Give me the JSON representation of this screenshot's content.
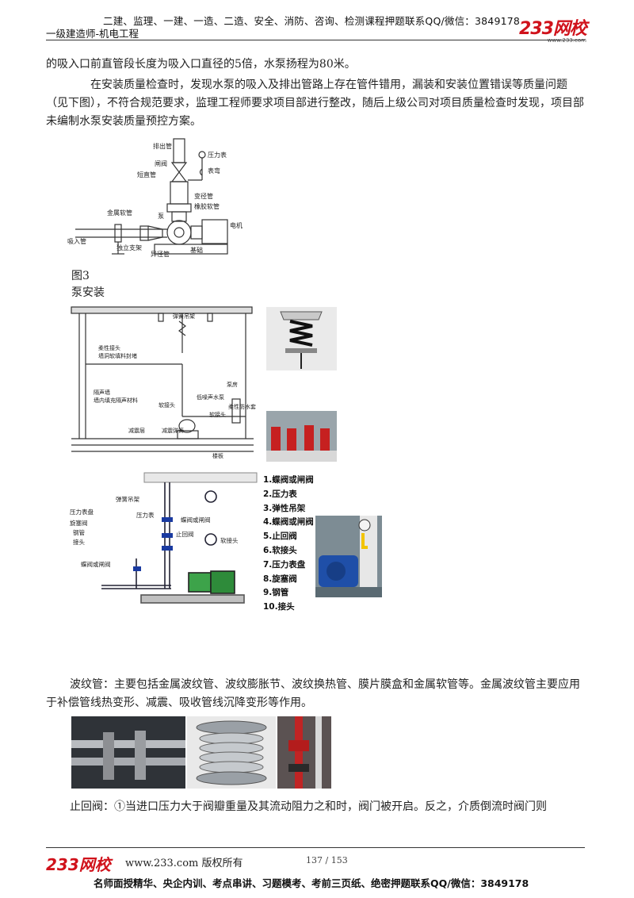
{
  "header": {
    "top_line": "二建、监理、一建、一造、二造、安全、消防、咨询、检测课程押题联系QQ/微信：3849178",
    "subtitle": "一级建造师-机电工程",
    "logo_text": "233网校",
    "logo_sub": "www.233.com"
  },
  "body": {
    "para1": "的吸入口前直管段长度为吸入口直径的5倍，水泵扬程为80米。",
    "para2": "在安装质量检查时，发现水泵的吸入及排出管路上存在管件错用，漏装和安装位置错误等质量问题（见下图），不符合规范要求，监理工程师要求项目部进行整改，随后上级公司对项目质量检查时发现，项目部未编制水泵安装质量预控方案。",
    "fig_label": "图3",
    "fig_title": "泵安装",
    "para_bellows": "波纹管：主要包括金属波纹管、波纹膨胀节、波纹换热管、膜片膜盒和金属软管等。金属波纹管主要应用于补偿管线热变形、减震、吸收管线沉降变形等作用。",
    "para_check": "止回阀：①当进口压力大于阀瓣重量及其流动阻力之和时，阀门被开启。反之，介质倒流时阀门则"
  },
  "diagram1": {
    "labels": {
      "discharge": "排出管",
      "gate": "闸阀",
      "short_pipe": "短直管",
      "gauge": "压力表",
      "gauge_bend": "表弯",
      "reducer": "变径管",
      "rubber_hose": "橡胶软管",
      "metal_hose": "金属软管",
      "pump": "泵",
      "motor": "电机",
      "suction": "吸入管",
      "support": "独立支架",
      "reducer2": "异径管",
      "base": "基础"
    }
  },
  "diagram2": {
    "labels": {
      "spring_hanger": "弹簧吊架",
      "flex_joint": "柔性接头",
      "wall_fill": "墙洞软填料封堵",
      "partition": "隔声墙",
      "partition_fill": "墙内填充隔声材料",
      "soft_joint": "软接头",
      "low_noise_pump": "低噪声水泵",
      "soft_joint2": "软接头",
      "waterproof_sleeve": "柔性防水套管",
      "damping_layer": "减震层",
      "damper": "减震弹簧",
      "floor": "楼板",
      "pump_room": "泵房"
    }
  },
  "diagram3": {
    "labels": {
      "spring_hanger": "弹簧吊架",
      "gauge_panel": "压力表盘",
      "cock": "旋塞阀",
      "steel_pipe": "钢管",
      "joint": "接头",
      "gauge": "压力表",
      "butterfly": "蝶阀或闸阀",
      "check": "止回阀",
      "soft_joint": "软接头",
      "butterfly2": "蝶阀或闸阀"
    },
    "legend": [
      "1.蝶阀或闸阀",
      "2.压力表",
      "3.弹性吊架",
      "4.蝶阀或闸阀",
      "5.止回阀",
      "6.软接头",
      "7.压力表盘",
      "8.旋塞阀",
      "9.钢管",
      "10.接头"
    ]
  },
  "footer": {
    "logo_text": "233网校",
    "site": "www.233.com 版权所有",
    "page": "137 / 153",
    "bottom_line": "名师面授精华、央企内训、考点串讲、习题模考、考前三页纸、绝密押题联系QQ/微信：3849178"
  },
  "colors": {
    "brand_red": "#d0121b",
    "rule": "#333333"
  }
}
